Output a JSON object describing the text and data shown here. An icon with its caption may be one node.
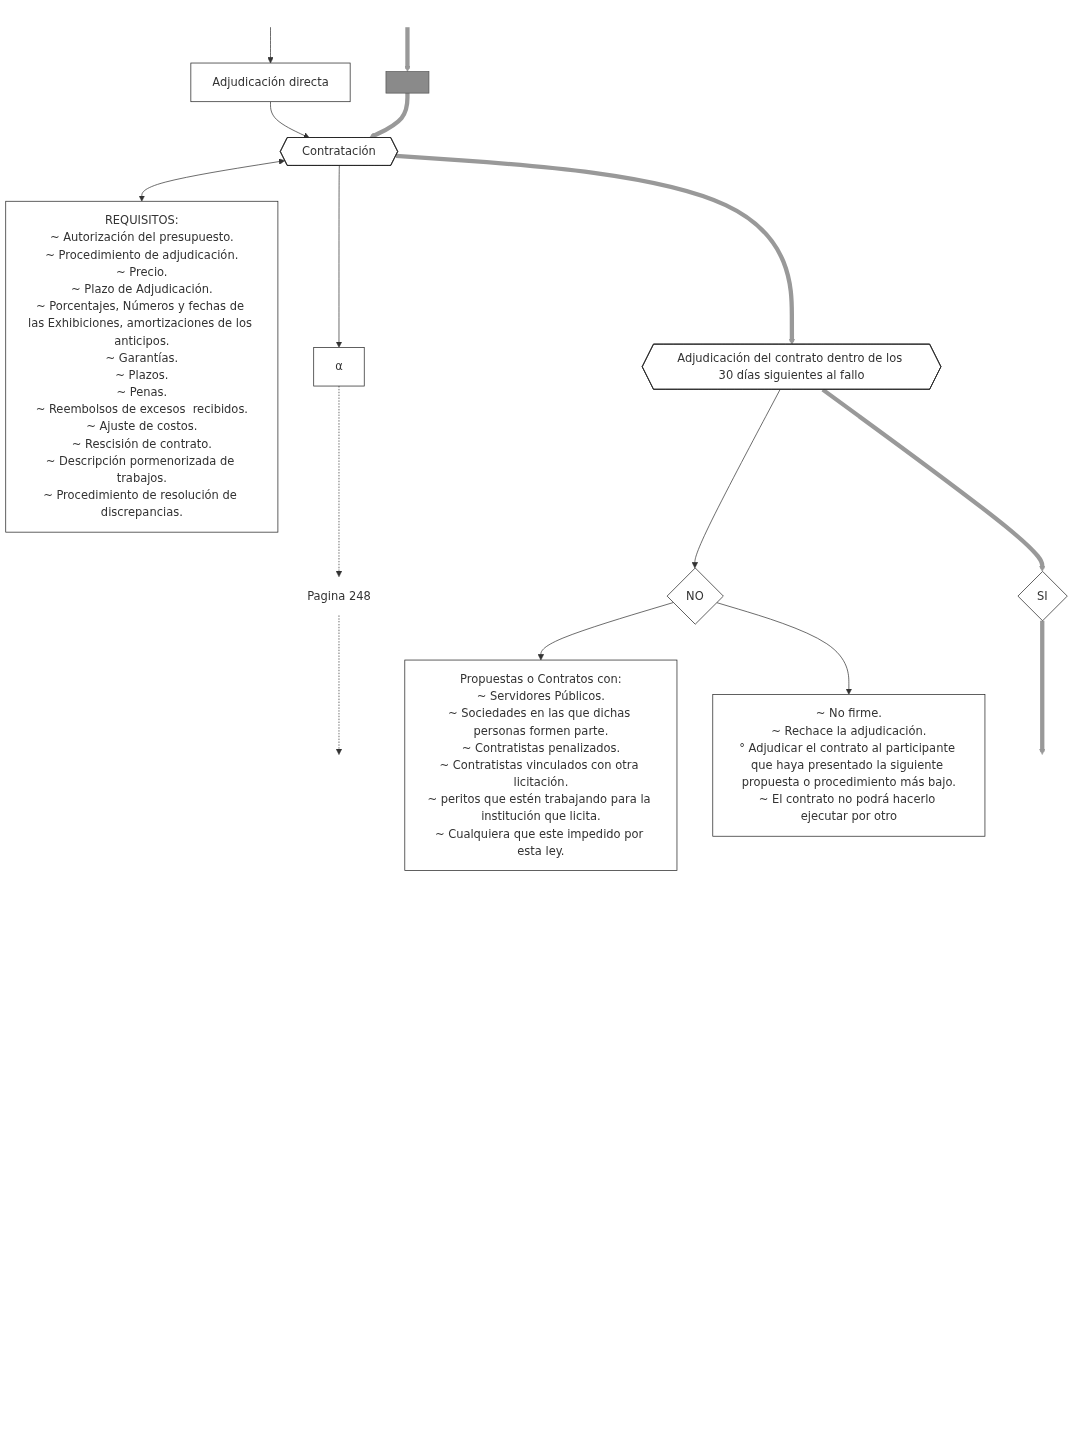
{
  "diagram": {
    "nodes": [
      {
        "text": [],
        "shape": "box"
      },
      {
        "text": [
          "Adjudicación directa"
        ]
      },
      {
        "text": [
          "REQUISITOS:",
          "~ Autorización del presupuesto.",
          "~ Procedimiento de adjudicación.",
          "~ Precio.",
          "~ Plazo de Adjudicación.",
          "~ Porcentajes, Números y fechas de las Exhibiciones, amortizaciones de los anticipos.",
          "~ Garantías.",
          "~ Plazos.",
          "~ Penas.",
          "~ Reembolsos de excesos  recibidos.",
          "~ Ajuste de costos.",
          "~ Rescisión de contrato.",
          "~ Descripción pormenorizada de trabajos.",
          "~ Procedimiento de resolución de discrepancias."
        ]
      },
      {
        "text": [
          "Contratación"
        ]
      },
      {
        "text": [
          "α"
        ]
      },
      {
        "text": [
          "Pagina 248"
        ]
      },
      {
        "text": [
          "NO"
        ]
      },
      {
        "text": [
          "Adjudicación del contrato dentro de los 30 días siguientes al fallo"
        ]
      },
      {
        "text": [
          "SI"
        ]
      },
      {
        "text": [
          "~ No firme.",
          "~ Rechace la adjudicación.",
          "° Adjudicar el contrato al participante que haya presentado la siguiente propuesta o procedimiento más bajo.",
          "~ El contrato no podrá hacerlo ejecutar por otro"
        ]
      },
      {
        "text": [
          "Propuestas o Contratos con:",
          "~ Servidores Públicos.",
          "~ Sociedades en las que dichas personas formen parte.",
          "~ Contratistas penalizados.",
          "~ Contratistas vinculados con otra licitación.",
          "~ peritos que estén trabajando para la institución que licita.",
          "~ Cualquiera que este impedido por esta ley."
        ]
      }
    ],
    "edges": [
      {
        "from": null,
        "to": 1,
        "arrow": "to"
      },
      {
        "from": null,
        "to": 0,
        "arrow": "to",
        "style": "thick",
        "color": "#999999"
      },
      {
        "from": 1,
        "to": 3,
        "arrow": "to"
      },
      {
        "from": 0,
        "to": 3,
        "arrow": "to",
        "style": "thick",
        "color": "#999999"
      },
      {
        "from": 3,
        "to": 2,
        "arrow": "both"
      },
      {
        "from": 3,
        "to": 4,
        "arrow": "to"
      },
      {
        "from": 4,
        "to": 5,
        "arrow": "to",
        "style": "dashed"
      },
      {
        "from": 5,
        "to": null,
        "arrow": "to",
        "style": "dashed"
      },
      {
        "from": 3,
        "to": 7,
        "arrow": "to",
        "style": "thick",
        "color": "#999999"
      },
      {
        "from": 7,
        "to": 6,
        "arrow": "to"
      },
      {
        "from": 6,
        "to": 10,
        "arrow": "to"
      },
      {
        "from": 6,
        "to": 9,
        "arrow": "to"
      },
      {
        "from": 7,
        "to": 8,
        "arrow": "to",
        "style": "thick",
        "color": "#999999"
      },
      {
        "from": 8,
        "to": null,
        "arrow": "to",
        "style": "thick",
        "color": "#999999"
      }
    ]
  }
}
